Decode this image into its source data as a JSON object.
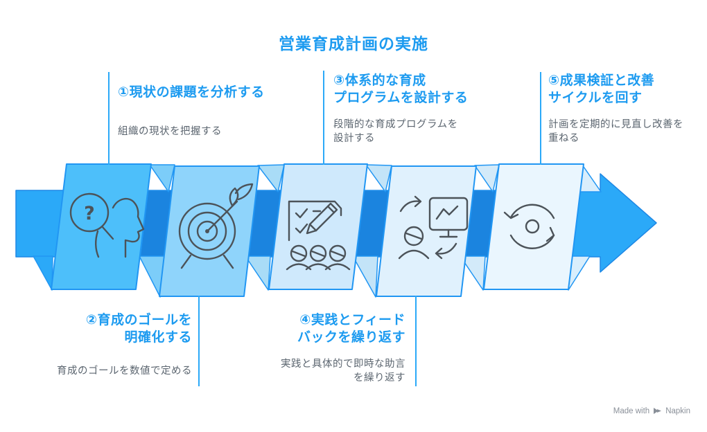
{
  "title": "営業育成計画の実施",
  "steps": [
    {
      "title": "①現状の課題を分析する",
      "desc": "組織の現状を把握する",
      "icon": "head-search-icon"
    },
    {
      "title": "②育成のゴールを\n明確化する",
      "desc": "育成のゴールを数値で定める",
      "icon": "target-dart-icon"
    },
    {
      "title": "③体系的な育成\nプログラムを設計する",
      "desc": "段階的な育成プログラムを\n設計する",
      "icon": "checklist-pencil-team-icon"
    },
    {
      "title": "④実践とフィード\nバックを繰り返す",
      "desc": "実践と具体的で即時な助言\nを繰り返す",
      "icon": "practice-feedback-icon"
    },
    {
      "title": "⑤成果検証と改善\nサイクルを回す",
      "desc": "計画を定期的に見直し改善を\n重ねる",
      "icon": "cycle-refresh-icon"
    }
  ],
  "credit": {
    "prefix": "Made with",
    "brand": "Napkin"
  },
  "colors": {
    "title_text": "#1D9BF0",
    "step_title_text": "#1D9BF0",
    "desc_text": "#5C6670",
    "arrow_bright": "#2BA9F8",
    "arrow_dark": "#1B84DF",
    "panel_stroke": "#2196F3",
    "connector": "#2BA9F8",
    "panel_1": "#4DBFFA",
    "panel_2": "#8FD4FB",
    "panel_3": "#CFE9FC",
    "panel_4": "#E0F1FD",
    "panel_5": "#EAF6FE",
    "icon_stroke": "#4C5359",
    "credit_text": "#8A9099"
  }
}
